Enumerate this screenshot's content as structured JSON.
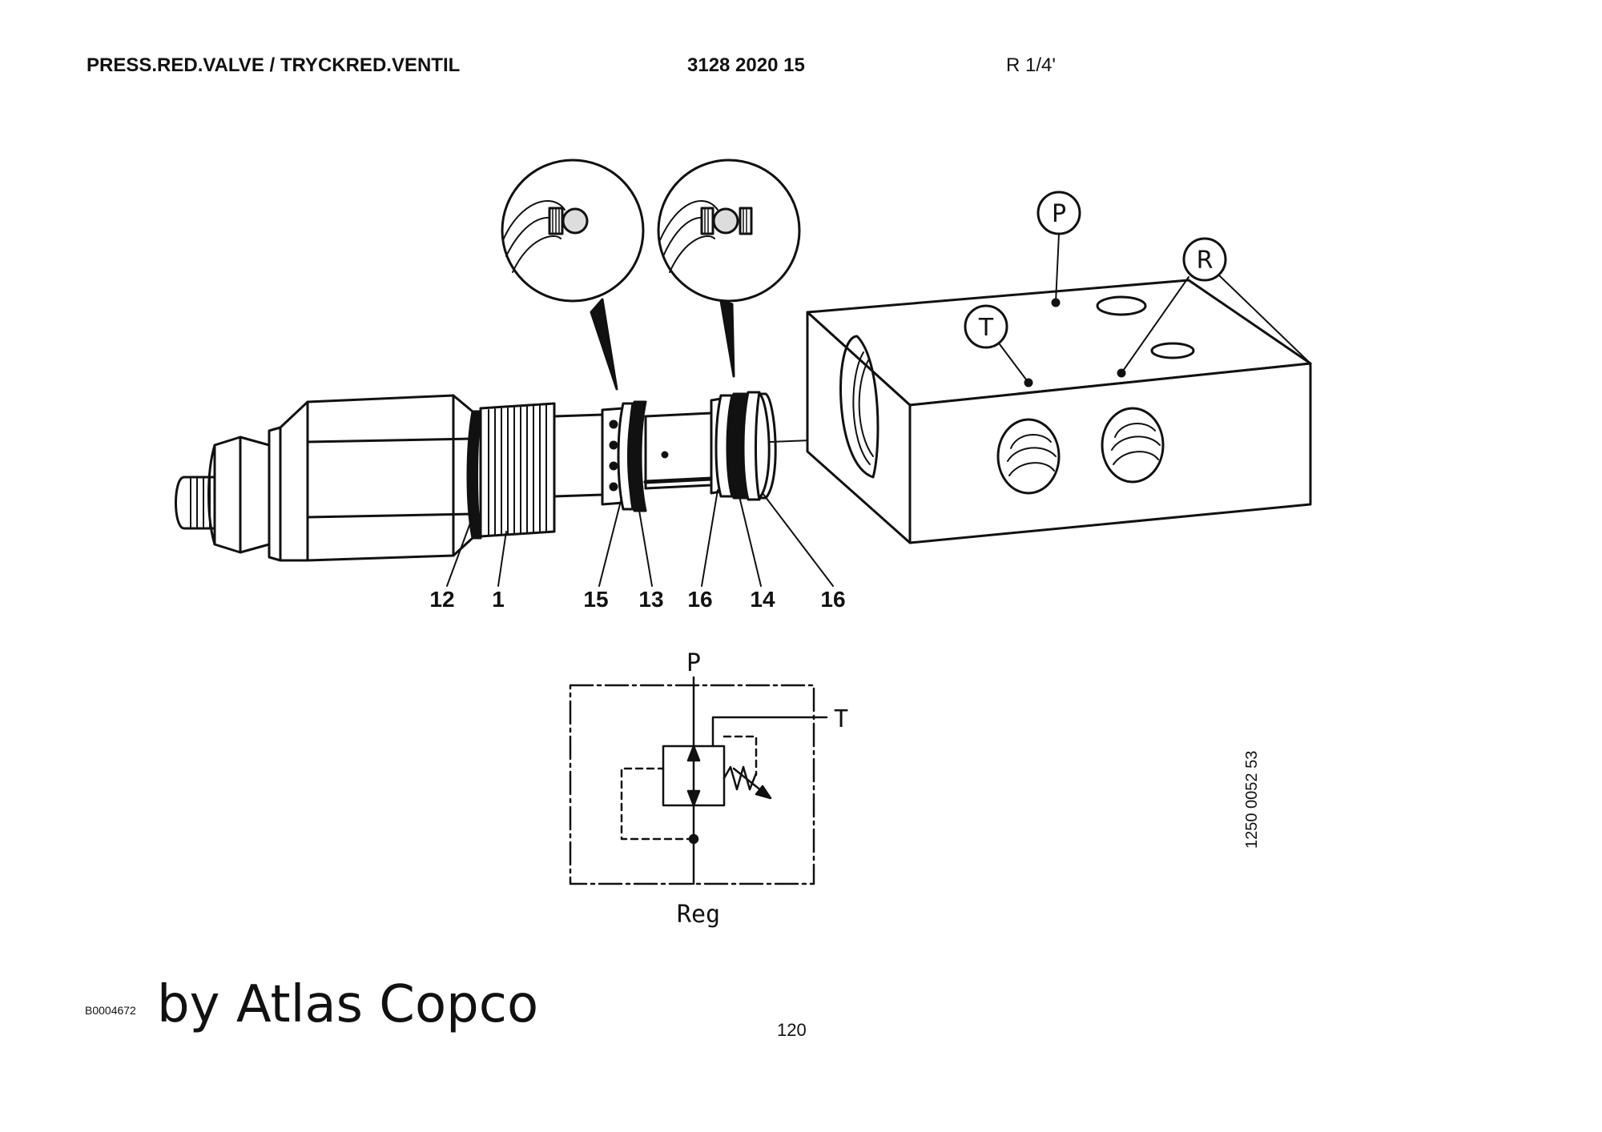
{
  "header": {
    "title": "PRESS.RED.VALVE / TRYCKRED.VENTIL",
    "part_number": "3128 2020 15",
    "thread_size": "R 1/4'"
  },
  "callouts": [
    "12",
    "1",
    "15",
    "13",
    "16",
    "14",
    "16"
  ],
  "ports": {
    "p": "P",
    "t": "T",
    "r": "R"
  },
  "schematic": {
    "top_label": "P",
    "tank_label": "T",
    "bottom_label": "Reg"
  },
  "side_code": "1250 0052 53",
  "footer": {
    "code": "B0004672",
    "brand": "by Atlas Copco",
    "page": "120"
  }
}
